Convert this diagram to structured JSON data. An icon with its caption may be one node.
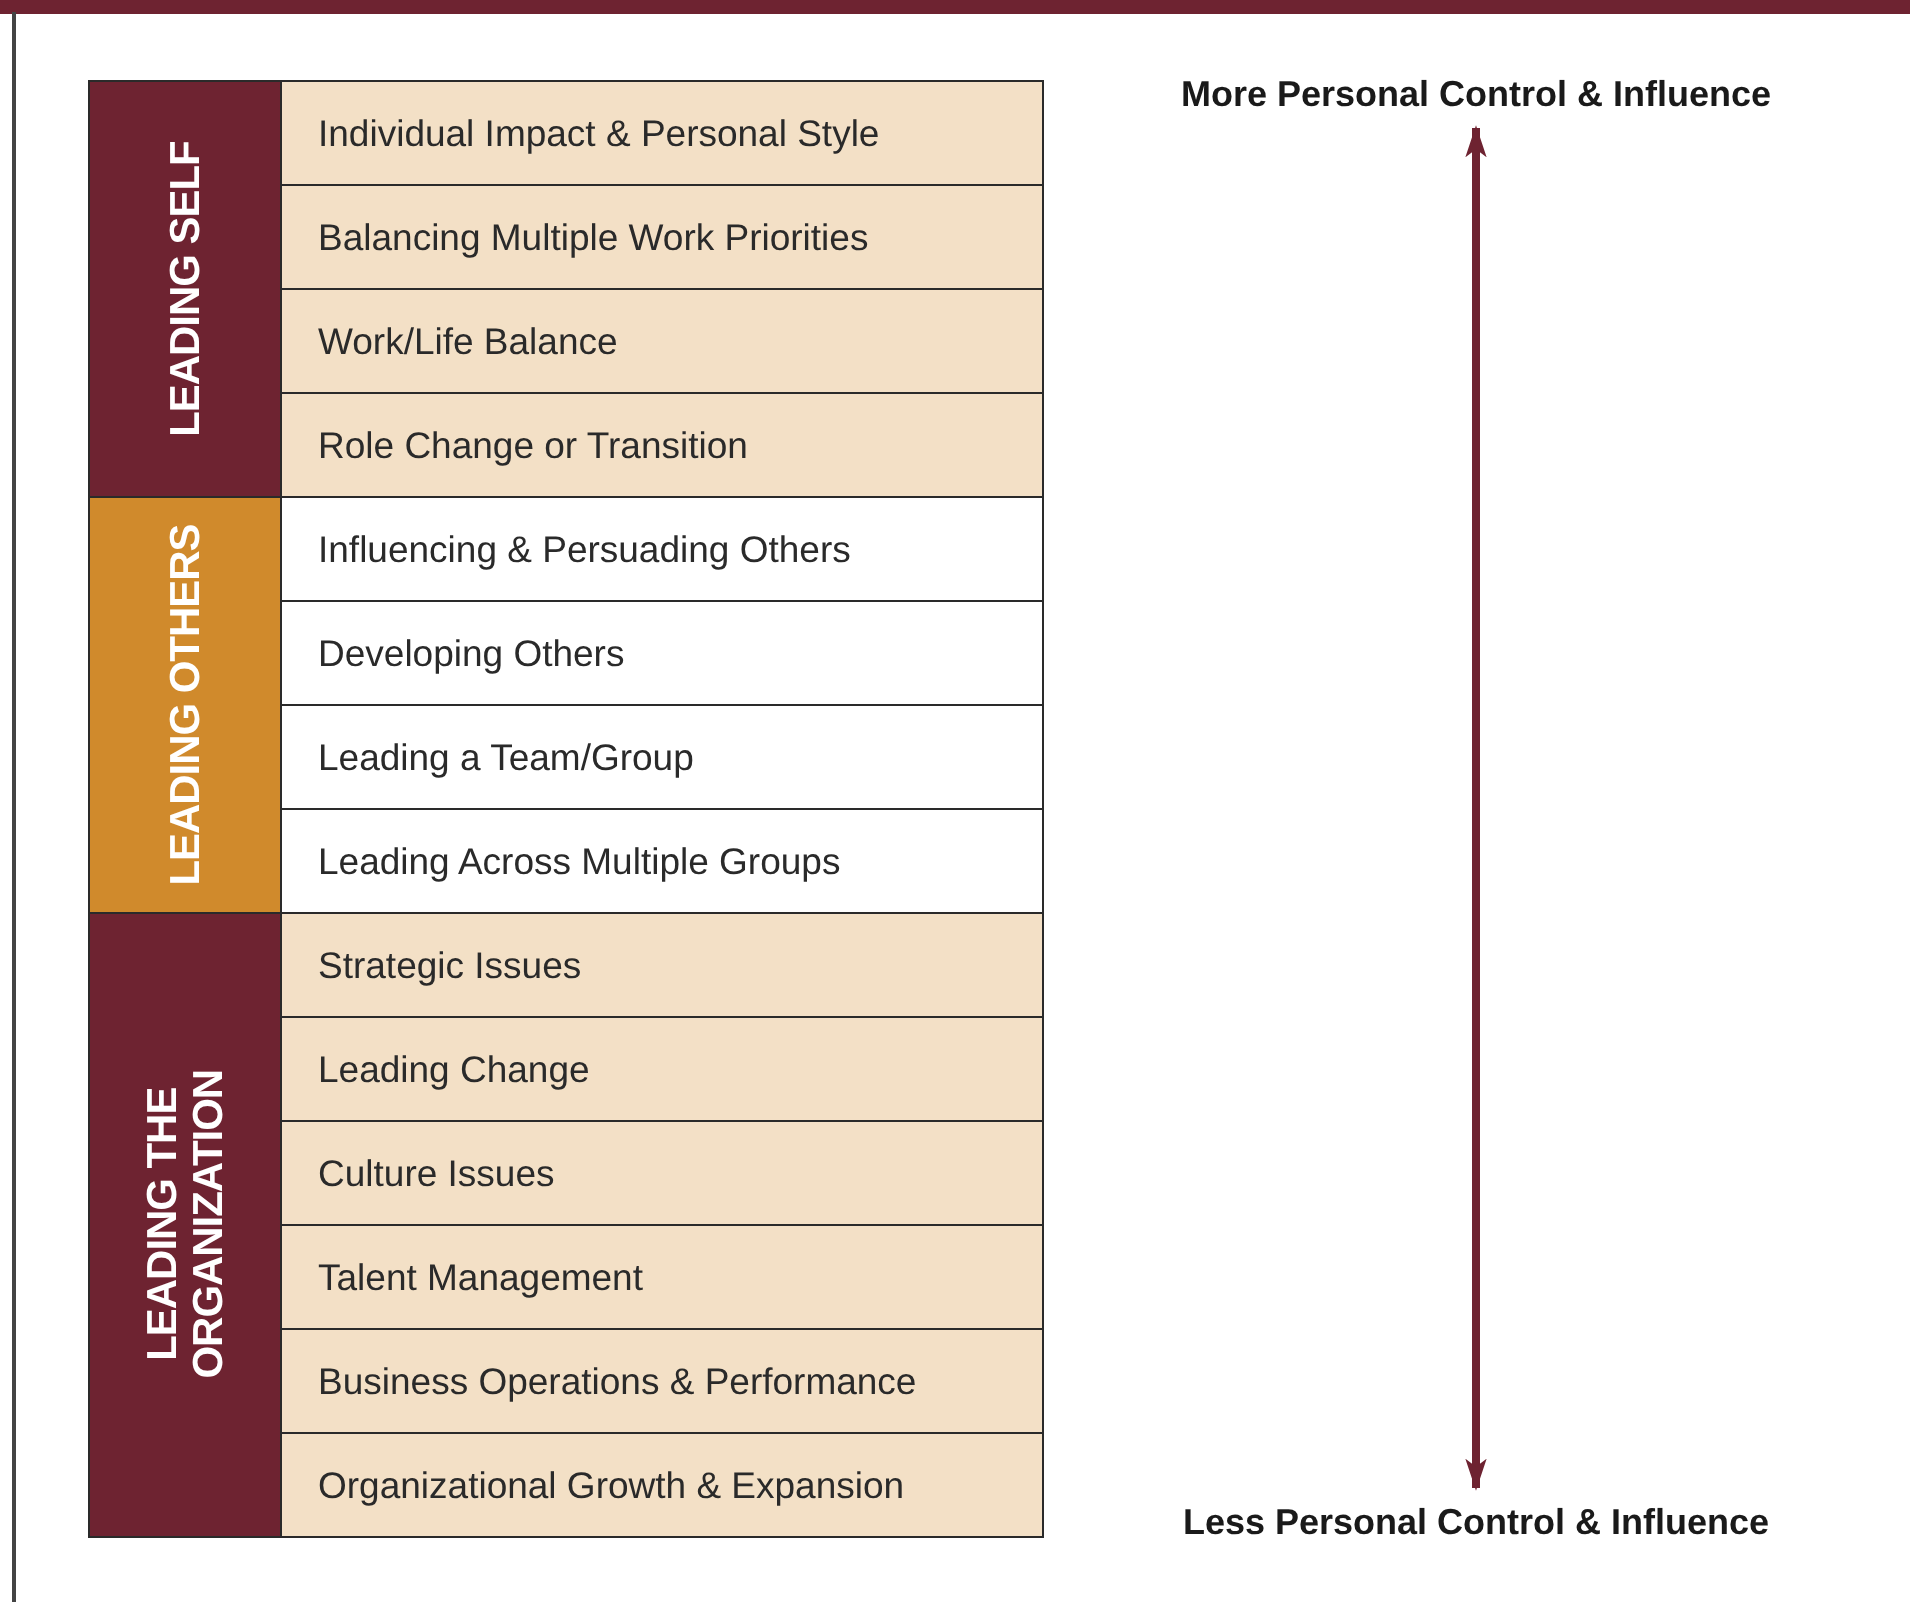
{
  "diagram": {
    "nodes": [
      {
        "text": [
          "LEADING SELF"
        ]
      },
      {
        "text": [
          "Individual Impact & Personal Style"
        ]
      },
      {
        "text": [
          "Balancing Multiple Work Priorities"
        ]
      },
      {
        "text": [
          "Work/Life Balance"
        ]
      },
      {
        "text": [
          "Role Change or Transition"
        ]
      },
      {
        "text": [
          "LEADING OTHERS"
        ]
      },
      {
        "text": [
          "Influencing & Persuading Others"
        ]
      },
      {
        "text": [
          "Developing Others"
        ]
      },
      {
        "text": [
          "Leading a Team/Group"
        ]
      },
      {
        "text": [
          "Leading Across Multiple Groups"
        ]
      },
      {
        "text": [
          "LEADING THE ORGANIZATION"
        ]
      },
      {
        "text": [
          "Strategic Issues"
        ]
      },
      {
        "text": [
          "Leading Change"
        ]
      },
      {
        "text": [
          "Culture Issues"
        ]
      },
      {
        "text": [
          "Talent Management"
        ]
      },
      {
        "text": [
          "Business Operations & Performance"
        ]
      },
      {
        "text": [
          "Organizational Growth & Expansion"
        ]
      },
      {
        "text": [
          "More Personal Control & Influence"
        ]
      },
      {
        "text": [
          "Less Personal Control & Influence"
        ]
      }
    ],
    "edges": [
      {
        "from": 17,
        "to": 18,
        "arrow": "both",
        "color": "#6e2331"
      }
    ]
  }
}
